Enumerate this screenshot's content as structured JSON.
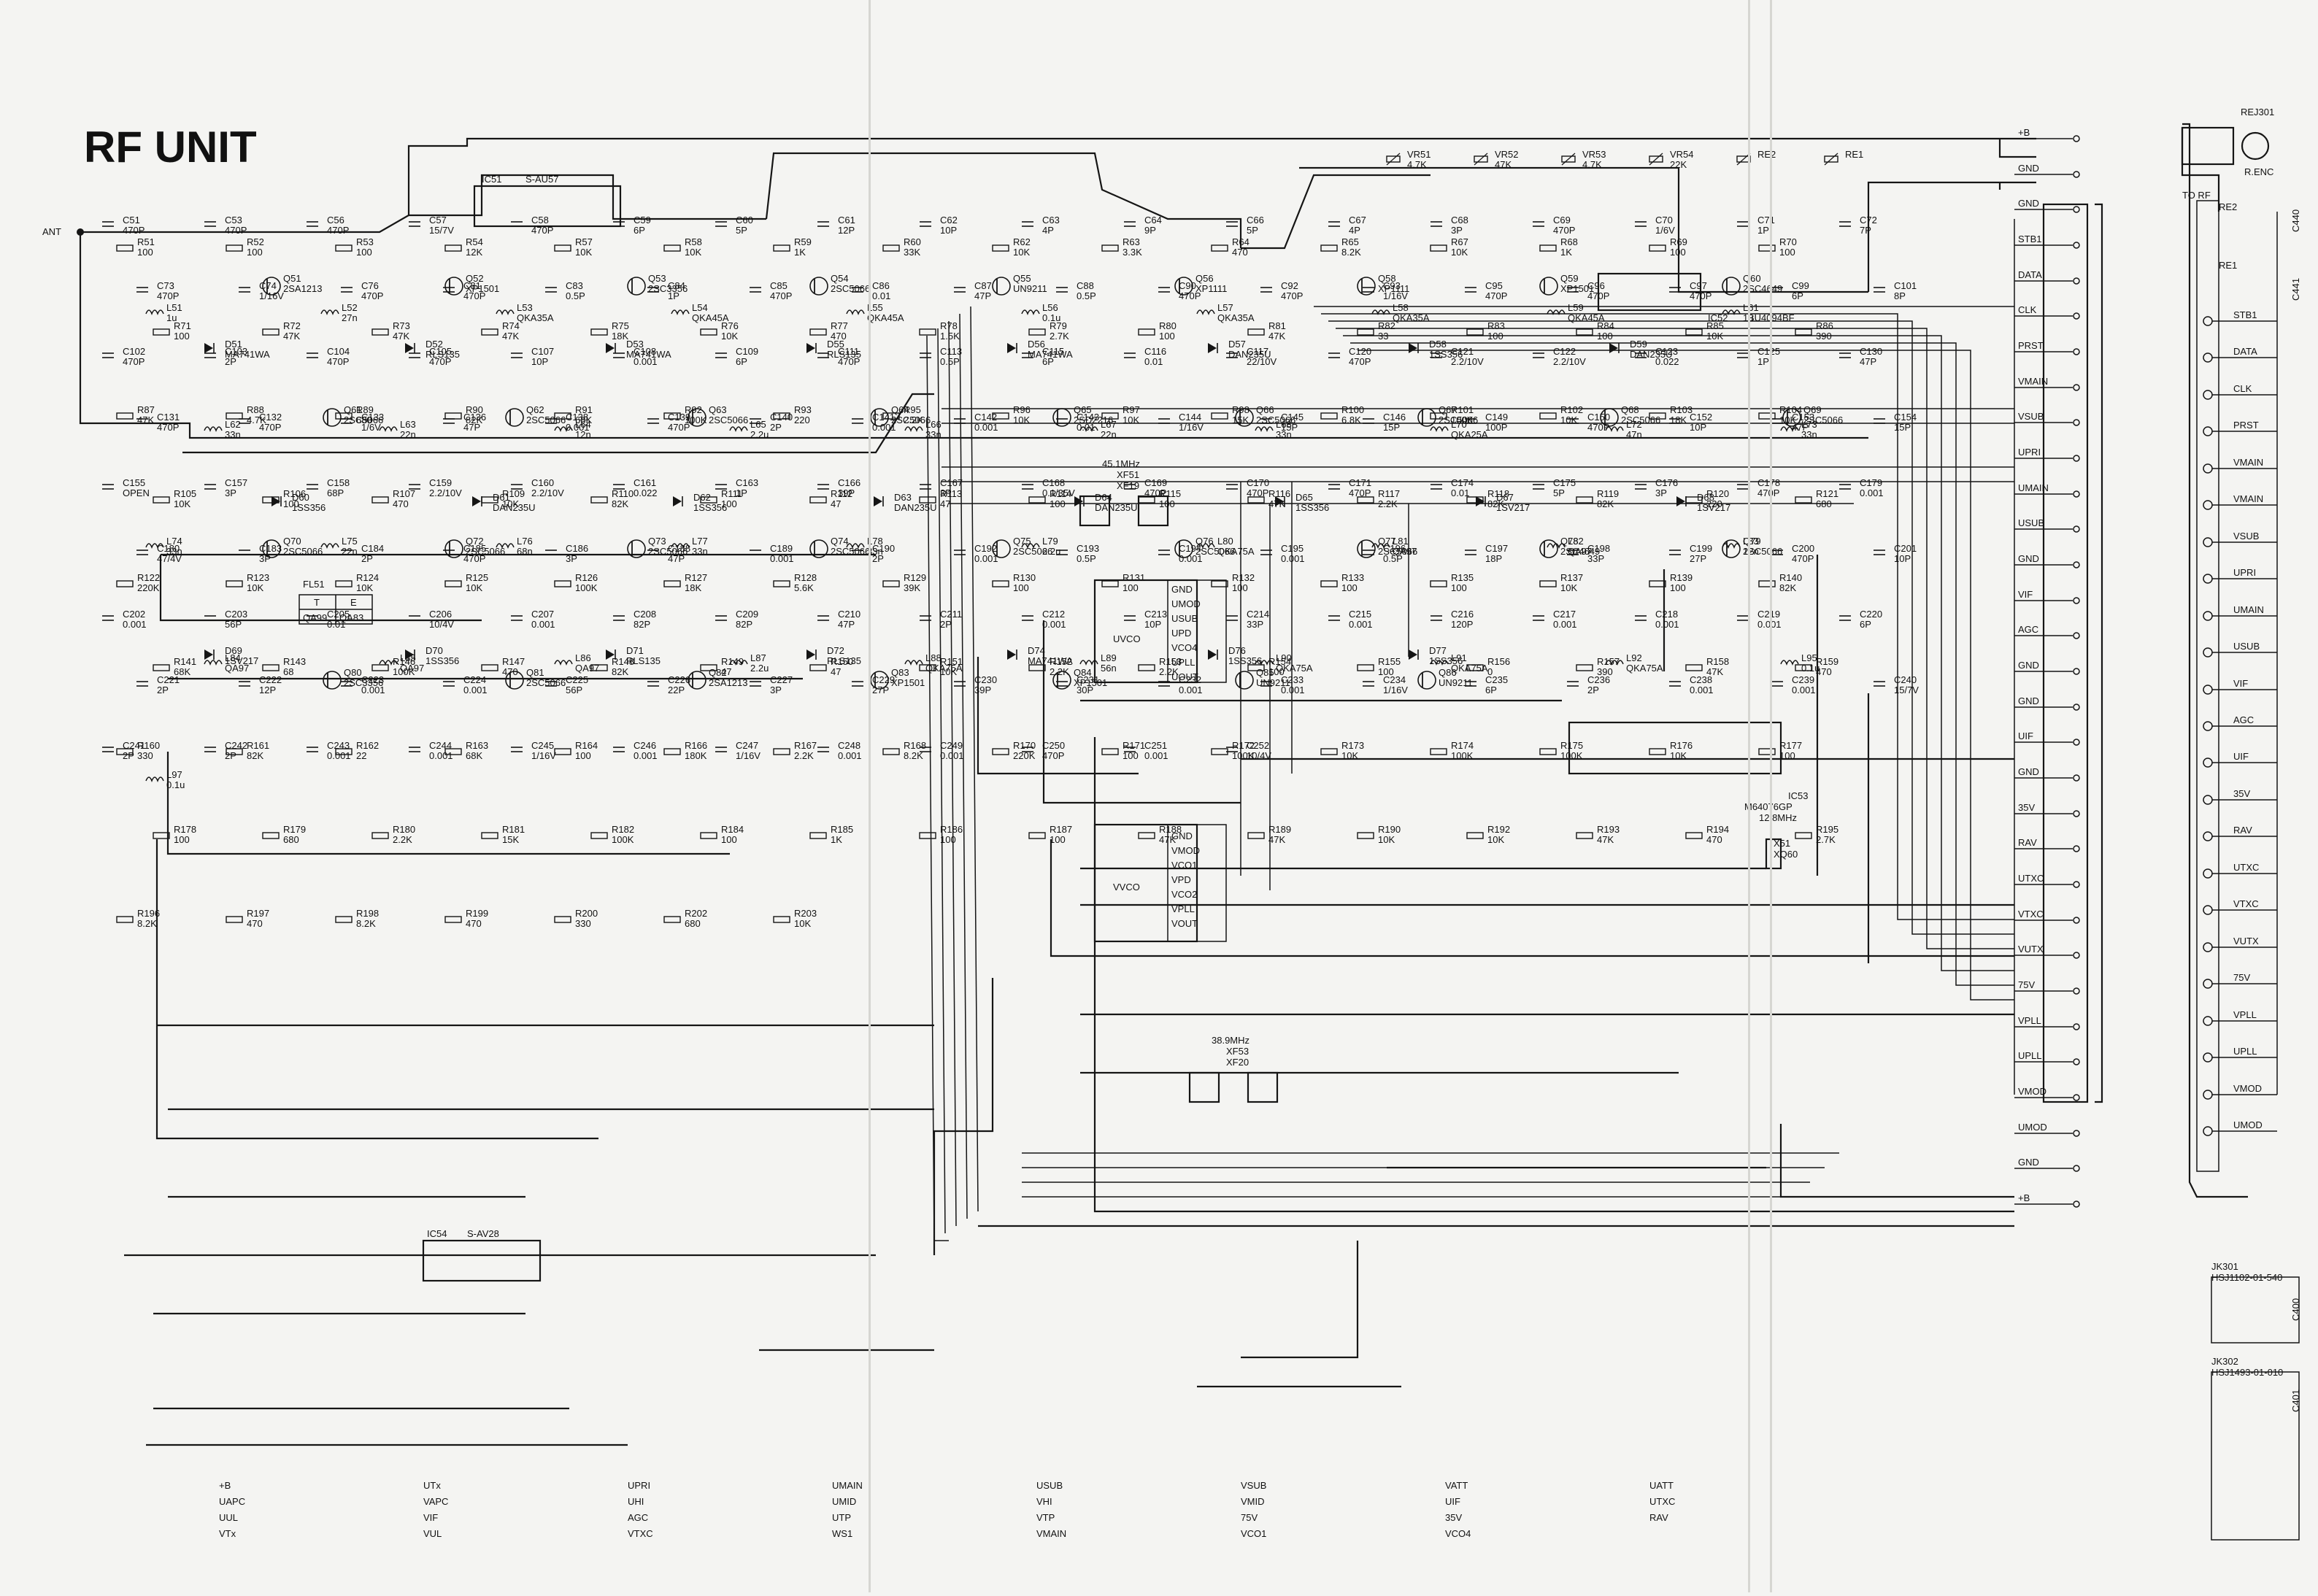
{
  "title": "RF UNIT",
  "antenna_label": "ANT",
  "ics": [
    {
      "ref": "IC51",
      "part": "S-AU57"
    },
    {
      "ref": "IC52",
      "part": "BU4094BF"
    },
    {
      "ref": "IC53",
      "part": "M64076GP"
    },
    {
      "ref": "IC54",
      "part": "S-AV28"
    }
  ],
  "vco_blocks": [
    {
      "name": "UVCO",
      "pins": [
        "GND",
        "UMOD",
        "USUB",
        "UPD",
        "VCO4",
        "UPLL",
        "UOUT"
      ]
    },
    {
      "name": "VVCO",
      "pins": [
        "GND",
        "VMOD",
        "VCO1",
        "VPD",
        "VCO2",
        "VPLL",
        "VOUT"
      ]
    }
  ],
  "crystals": [
    {
      "ref": "XF51",
      "type": "XF19",
      "freq": "45.1MHz"
    },
    {
      "ref": "XF53",
      "type": "XF20",
      "freq": "38.9MHz"
    },
    {
      "ref": "X51",
      "type": "XQ60",
      "freq": "12.8MHz"
    }
  ],
  "filter_table": {
    "ref": "FL51",
    "headers": [
      "T",
      "E"
    ],
    "values": [
      "QA99",
      "QA83"
    ]
  },
  "connector_bus": [
    "+B",
    "GND",
    "GND",
    "STB1",
    "DATA",
    "CLK",
    "PRST",
    "VMAIN",
    "VSUB",
    "UPRI",
    "UMAIN",
    "USUB",
    "GND",
    "VIF",
    "AGC",
    "GND",
    "GND",
    "UIF",
    "GND",
    "35V",
    "RAV",
    "UTXC",
    "VTXC",
    "VUTX",
    "75V",
    "VPLL",
    "UPLL",
    "VMOD",
    "UMOD",
    "GND",
    "+B"
  ],
  "rear_connector": {
    "rel_ref": "REJ301",
    "rel_name": "R.ENC",
    "tag": "TO RF",
    "re2": "RE2",
    "re1": "RE1",
    "cap1": "C440",
    "cap2": "C441",
    "labels": [
      "STB1",
      "DATA",
      "CLK",
      "PRST",
      "VMAIN",
      "VMAIN",
      "VSUB",
      "UPRI",
      "UMAIN",
      "USUB",
      "VIF",
      "AGC",
      "UIF",
      "35V",
      "RAV",
      "UTXC",
      "VTXC",
      "VUTX",
      "75V",
      "VPLL",
      "UPLL",
      "VMOD",
      "UMOD"
    ],
    "jacks": [
      {
        "ref": "JK301",
        "part": "HSJ1102-01-540",
        "cap": "C400"
      },
      {
        "ref": "JK302",
        "part": "HSJ1493-01-010",
        "cap": "C401"
      }
    ]
  },
  "transistors": [
    [
      "Q51",
      "2SA1213"
    ],
    [
      "Q52",
      "XP1501"
    ],
    [
      "Q53",
      "2SC3356"
    ],
    [
      "Q54",
      "2SC5066"
    ],
    [
      "Q55",
      "UN9211"
    ],
    [
      "Q56",
      "XP1111"
    ],
    [
      "Q58",
      "XP1111"
    ],
    [
      "Q59",
      "XP1501"
    ],
    [
      "Q60",
      "2SC4649"
    ],
    [
      "Q61",
      "2SC5066"
    ],
    [
      "Q62",
      "2SC5066"
    ],
    [
      "Q63",
      "2SC5066"
    ],
    [
      "Q64",
      "2SC5066"
    ],
    [
      "Q65",
      "2SD2216"
    ],
    [
      "Q66",
      "2SC5066"
    ],
    [
      "Q67",
      "2SC5066"
    ],
    [
      "Q68",
      "2SC5066"
    ],
    [
      "Q69",
      "2SC5066"
    ],
    [
      "Q70",
      "2SC5066"
    ],
    [
      "Q72",
      "2SC5066"
    ],
    [
      "Q73",
      "2SC5066"
    ],
    [
      "Q74",
      "2SC5066"
    ],
    [
      "Q75",
      "2SC5066"
    ],
    [
      "Q76",
      "2SC5066"
    ],
    [
      "Q77",
      "2SC5066"
    ],
    [
      "Q78",
      "2SC4649"
    ],
    [
      "Q79",
      "2SC5066"
    ],
    [
      "Q80",
      "2SC3356"
    ],
    [
      "Q81",
      "2SC5066"
    ],
    [
      "Q82",
      "2SA1213"
    ],
    [
      "Q83",
      "XP1501"
    ],
    [
      "Q84",
      "XP1501"
    ],
    [
      "Q85",
      "UN9211"
    ],
    [
      "Q86",
      "UN9211"
    ]
  ],
  "diodes": [
    [
      "D51",
      "MA741WA"
    ],
    [
      "D52",
      "RLS135"
    ],
    [
      "D53",
      "MA741WA"
    ],
    [
      "D55",
      "RLS135"
    ],
    [
      "D56",
      "MA741WA"
    ],
    [
      "D57",
      "DAN235U"
    ],
    [
      "D58",
      "1SS356"
    ],
    [
      "D59",
      "DAN235U"
    ],
    [
      "D60",
      "1SS356"
    ],
    [
      "D61",
      "DAN235U"
    ],
    [
      "D62",
      "1SS356"
    ],
    [
      "D63",
      "DAN235U"
    ],
    [
      "D64",
      "DAN235U"
    ],
    [
      "D65",
      "1SS356"
    ],
    [
      "D67",
      "1SV217"
    ],
    [
      "D68",
      "1SV217"
    ],
    [
      "D69",
      "1SV217"
    ],
    [
      "D70",
      "1SS356"
    ],
    [
      "D71",
      "RLS135"
    ],
    [
      "D72",
      "RLS135"
    ],
    [
      "D74",
      "MA741WA"
    ],
    [
      "D76",
      "1SS356"
    ],
    [
      "D77",
      "1SS356"
    ]
  ],
  "resistors": [
    [
      "R51",
      "100"
    ],
    [
      "R52",
      "100"
    ],
    [
      "R53",
      "100"
    ],
    [
      "R54",
      "12K"
    ],
    [
      "R57",
      "10K"
    ],
    [
      "R58",
      "10K"
    ],
    [
      "R59",
      "1K"
    ],
    [
      "R60",
      "33K"
    ],
    [
      "R62",
      "10K"
    ],
    [
      "R63",
      "3.3K"
    ],
    [
      "R64",
      "470"
    ],
    [
      "R65",
      "8.2K"
    ],
    [
      "R67",
      "10K"
    ],
    [
      "R68",
      "1K"
    ],
    [
      "R69",
      "100"
    ],
    [
      "R70",
      "100"
    ],
    [
      "R71",
      "100"
    ],
    [
      "R72",
      "47K"
    ],
    [
      "R73",
      "47K"
    ],
    [
      "R74",
      "47K"
    ],
    [
      "R75",
      "18K"
    ],
    [
      "R76",
      "10K"
    ],
    [
      "R77",
      "470"
    ],
    [
      "R78",
      "1.5K"
    ],
    [
      "R79",
      "2.7K"
    ],
    [
      "R80",
      "100"
    ],
    [
      "R81",
      "47K"
    ],
    [
      "R82",
      "33"
    ],
    [
      "R83",
      "100"
    ],
    [
      "R84",
      "100"
    ],
    [
      "R85",
      "10K"
    ],
    [
      "R86",
      "390"
    ],
    [
      "R87",
      "47K"
    ],
    [
      "R88",
      "4.7K"
    ],
    [
      "R89",
      "680"
    ],
    [
      "R90",
      "82K"
    ],
    [
      "R91",
      "68K"
    ],
    [
      "R92",
      "100K"
    ],
    [
      "R93",
      "220"
    ],
    [
      "R95",
      "2.2K"
    ],
    [
      "R96",
      "10K"
    ],
    [
      "R97",
      "10K"
    ],
    [
      "R98",
      "15K"
    ],
    [
      "R100",
      "6.8K"
    ],
    [
      "R101",
      "100K"
    ],
    [
      "R102",
      "10K"
    ],
    [
      "R103",
      "18K"
    ],
    [
      "R104",
      "10K"
    ],
    [
      "R105",
      "10K"
    ],
    [
      "R106",
      "100"
    ],
    [
      "R107",
      "470"
    ],
    [
      "R109",
      "10K"
    ],
    [
      "R110",
      "82K"
    ],
    [
      "R111",
      "100"
    ],
    [
      "R112",
      "47"
    ],
    [
      "R113",
      "47"
    ],
    [
      "R114",
      "100"
    ],
    [
      "R115",
      "100"
    ],
    [
      "R116",
      "47K"
    ],
    [
      "R117",
      "2.2K"
    ],
    [
      "R118",
      "82K"
    ],
    [
      "R119",
      "82K"
    ],
    [
      "R120",
      "220"
    ],
    [
      "R121",
      "680"
    ],
    [
      "R122",
      "220K"
    ],
    [
      "R123",
      "10K"
    ],
    [
      "R124",
      "10K"
    ],
    [
      "R125",
      "10K"
    ],
    [
      "R126",
      "100K"
    ],
    [
      "R127",
      "18K"
    ],
    [
      "R128",
      "5.6K"
    ],
    [
      "R129",
      "39K"
    ],
    [
      "R130",
      "100"
    ],
    [
      "R131",
      "100"
    ],
    [
      "R132",
      "100"
    ],
    [
      "R133",
      "100"
    ],
    [
      "R135",
      "100"
    ],
    [
      "R137",
      "10K"
    ],
    [
      "R139",
      "100"
    ],
    [
      "R140",
      "82K"
    ],
    [
      "R141",
      "68K"
    ],
    [
      "R143",
      "68"
    ],
    [
      "R146",
      "100K"
    ],
    [
      "R147",
      "470"
    ],
    [
      "R148",
      "82K"
    ],
    [
      "R149",
      "47"
    ],
    [
      "R150",
      "47"
    ],
    [
      "R151",
      "10K"
    ],
    [
      "R152",
      "2.2K"
    ],
    [
      "R153",
      "2.2K"
    ],
    [
      "R154",
      "100"
    ],
    [
      "R155",
      "100"
    ],
    [
      "R156",
      "0"
    ],
    [
      "R157",
      "390"
    ],
    [
      "R158",
      "47K"
    ],
    [
      "R159",
      "470"
    ],
    [
      "R160",
      "330"
    ],
    [
      "R161",
      "82K"
    ],
    [
      "R162",
      "22"
    ],
    [
      "R163",
      "68K"
    ],
    [
      "R164",
      "100"
    ],
    [
      "R166",
      "180K"
    ],
    [
      "R167",
      "2.2K"
    ],
    [
      "R168",
      "8.2K"
    ],
    [
      "R170",
      "220K"
    ],
    [
      "R171",
      "100"
    ],
    [
      "R172",
      "100K"
    ],
    [
      "R173",
      "10K"
    ],
    [
      "R174",
      "100K"
    ],
    [
      "R175",
      "100K"
    ],
    [
      "R176",
      "10K"
    ],
    [
      "R177",
      "100"
    ],
    [
      "R178",
      "100"
    ],
    [
      "R179",
      "680"
    ],
    [
      "R180",
      "2.2K"
    ],
    [
      "R181",
      "15K"
    ],
    [
      "R182",
      "100K"
    ],
    [
      "R184",
      "100"
    ],
    [
      "R185",
      "1K"
    ],
    [
      "R186",
      "100"
    ],
    [
      "R187",
      "100"
    ],
    [
      "R188",
      "47K"
    ],
    [
      "R189",
      "47K"
    ],
    [
      "R190",
      "10K"
    ],
    [
      "R192",
      "10K"
    ],
    [
      "R193",
      "47K"
    ],
    [
      "R194",
      "470"
    ],
    [
      "R195",
      "2.7K"
    ],
    [
      "R196",
      "8.2K"
    ],
    [
      "R197",
      "470"
    ],
    [
      "R198",
      "8.2K"
    ],
    [
      "R199",
      "470"
    ],
    [
      "R200",
      "330"
    ],
    [
      "R202",
      "680"
    ],
    [
      "R203",
      "10K"
    ]
  ],
  "capacitors": [
    [
      "C51",
      "470P"
    ],
    [
      "C53",
      "470P"
    ],
    [
      "C56",
      "470P"
    ],
    [
      "C57",
      "15/7V"
    ],
    [
      "C58",
      "470P"
    ],
    [
      "C59",
      "6P"
    ],
    [
      "C60",
      "5P"
    ],
    [
      "C61",
      "12P"
    ],
    [
      "C62",
      "10P"
    ],
    [
      "C63",
      "4P"
    ],
    [
      "C64",
      "9P"
    ],
    [
      "C66",
      "5P"
    ],
    [
      "C67",
      "4P"
    ],
    [
      "C68",
      "3P"
    ],
    [
      "C69",
      "470P"
    ],
    [
      "C70",
      "1/6V"
    ],
    [
      "C71",
      "1P"
    ],
    [
      "C72",
      "7P"
    ],
    [
      "C73",
      "470P"
    ],
    [
      "C74",
      "1/16V"
    ],
    [
      "C76",
      "470P"
    ],
    [
      "C81",
      "470P"
    ],
    [
      "C83",
      "0.5P"
    ],
    [
      "C84",
      "1P"
    ],
    [
      "C85",
      "470P"
    ],
    [
      "C86",
      "0.01"
    ],
    [
      "C87",
      "47P"
    ],
    [
      "C88",
      "0.5P"
    ],
    [
      "C90",
      "470P"
    ],
    [
      "C92",
      "470P"
    ],
    [
      "C93",
      "1/16V"
    ],
    [
      "C95",
      "470P"
    ],
    [
      "C96",
      "470P"
    ],
    [
      "C97",
      "470P"
    ],
    [
      "C99",
      "6P"
    ],
    [
      "C101",
      "8P"
    ],
    [
      "C102",
      "470P"
    ],
    [
      "C103",
      "2P"
    ],
    [
      "C104",
      "470P"
    ],
    [
      "C105",
      "470P"
    ],
    [
      "C107",
      "10P"
    ],
    [
      "C108",
      "0.001"
    ],
    [
      "C109",
      "6P"
    ],
    [
      "C111",
      "470P"
    ],
    [
      "C113",
      "0.5P"
    ],
    [
      "C115",
      "6P"
    ],
    [
      "C116",
      "0.01"
    ],
    [
      "C117",
      "22/10V"
    ],
    [
      "C120",
      "470P"
    ],
    [
      "C121",
      "2.2/10V"
    ],
    [
      "C122",
      "2.2/10V"
    ],
    [
      "C123",
      "0.022"
    ],
    [
      "C125",
      "1P"
    ],
    [
      "C130",
      "47P"
    ],
    [
      "C131",
      "470P"
    ],
    [
      "C132",
      "470P"
    ],
    [
      "C133",
      "1/6V"
    ],
    [
      "C136",
      "47P"
    ],
    [
      "C138",
      "0.001"
    ],
    [
      "C139",
      "470P"
    ],
    [
      "C140",
      "2P"
    ],
    [
      "C141",
      "0.001"
    ],
    [
      "C142",
      "0.001"
    ],
    [
      "C143",
      "0.01"
    ],
    [
      "C144",
      "1/16V"
    ],
    [
      "C145",
      "15P"
    ],
    [
      "C146",
      "15P"
    ],
    [
      "C149",
      "100P"
    ],
    [
      "C150",
      "470P"
    ],
    [
      "C152",
      "10P"
    ],
    [
      "C153",
      "47P"
    ],
    [
      "C154",
      "15P"
    ],
    [
      "C155",
      "OPEN"
    ],
    [
      "C157",
      "3P"
    ],
    [
      "C158",
      "68P"
    ],
    [
      "C159",
      "2.2/10V"
    ],
    [
      "C160",
      "2.2/10V"
    ],
    [
      "C161",
      "0.022"
    ],
    [
      "C163",
      "1P"
    ],
    [
      "C166",
      "39P"
    ],
    [
      "C167",
      "3P"
    ],
    [
      "C168",
      "0.1/35V"
    ],
    [
      "C169",
      "470P"
    ],
    [
      "C170",
      "470P"
    ],
    [
      "C171",
      "470P"
    ],
    [
      "C174",
      "0.01"
    ],
    [
      "C175",
      "5P"
    ],
    [
      "C176",
      "3P"
    ],
    [
      "C178",
      "470P"
    ],
    [
      "C179",
      "0.001"
    ],
    [
      "C180",
      "47/4V"
    ],
    [
      "C183",
      "3P"
    ],
    [
      "C184",
      "2P"
    ],
    [
      "C185",
      "470P"
    ],
    [
      "C186",
      "3P"
    ],
    [
      "C188",
      "47P"
    ],
    [
      "C189",
      "0.001"
    ],
    [
      "C190",
      "2P"
    ],
    [
      "C192",
      "0.001"
    ],
    [
      "C193",
      "0.5P"
    ],
    [
      "C194",
      "0.001"
    ],
    [
      "C195",
      "0.001"
    ],
    [
      "C196",
      "0.5P"
    ],
    [
      "C197",
      "18P"
    ],
    [
      "C198",
      "33P"
    ],
    [
      "C199",
      "27P"
    ],
    [
      "C200",
      "470P"
    ],
    [
      "C201",
      "10P"
    ],
    [
      "C202",
      "0.001"
    ],
    [
      "C203",
      "56P"
    ],
    [
      "C205",
      "0.01"
    ],
    [
      "C206",
      "10/4V"
    ],
    [
      "C207",
      "0.001"
    ],
    [
      "C208",
      "82P"
    ],
    [
      "C209",
      "82P"
    ],
    [
      "C210",
      "47P"
    ],
    [
      "C211",
      "2P"
    ],
    [
      "C212",
      "0.001"
    ],
    [
      "C213",
      "10P"
    ],
    [
      "C214",
      "33P"
    ],
    [
      "C215",
      "0.001"
    ],
    [
      "C216",
      "120P"
    ],
    [
      "C217",
      "0.001"
    ],
    [
      "C218",
      "0.001"
    ],
    [
      "C219",
      "0.001"
    ],
    [
      "C220",
      "6P"
    ],
    [
      "C221",
      "2P"
    ],
    [
      "C222",
      "12P"
    ],
    [
      "C223",
      "0.001"
    ],
    [
      "C224",
      "0.001"
    ],
    [
      "C225",
      "56P"
    ],
    [
      "C226",
      "22P"
    ],
    [
      "C227",
      "3P"
    ],
    [
      "C229",
      "27P"
    ],
    [
      "C230",
      "39P"
    ],
    [
      "C231",
      "30P"
    ],
    [
      "C232",
      "0.001"
    ],
    [
      "C233",
      "0.001"
    ],
    [
      "C234",
      "1/16V"
    ],
    [
      "C235",
      "6P"
    ],
    [
      "C236",
      "2P"
    ],
    [
      "C238",
      "0.001"
    ],
    [
      "C239",
      "0.001"
    ],
    [
      "C240",
      "15/7V"
    ],
    [
      "C241",
      "2P"
    ],
    [
      "C242",
      "2P"
    ],
    [
      "C243",
      "0.001"
    ],
    [
      "C244",
      "0.001"
    ],
    [
      "C245",
      "1/16V"
    ],
    [
      "C246",
      "0.001"
    ],
    [
      "C247",
      "1/16V"
    ],
    [
      "C248",
      "0.001"
    ],
    [
      "C249",
      "0.001"
    ],
    [
      "C250",
      "470P"
    ],
    [
      "C251",
      "0.001"
    ],
    [
      "C252",
      "10/4V"
    ]
  ],
  "inductors": [
    [
      "L51",
      "1u"
    ],
    [
      "L52",
      "27n"
    ],
    [
      "L53",
      "QKA35A"
    ],
    [
      "L54",
      "QKA45A"
    ],
    [
      "L55",
      "QKA45A"
    ],
    [
      "L56",
      "0.1u"
    ],
    [
      "L57",
      "QKA35A"
    ],
    [
      "L58",
      "QKA35A"
    ],
    [
      "L59",
      "QKA45A"
    ],
    [
      "L61",
      "1u"
    ],
    [
      "L62",
      "33n"
    ],
    [
      "L63",
      "22n"
    ],
    [
      "L64",
      "12n"
    ],
    [
      "L65",
      "2.2u"
    ],
    [
      "L66",
      "33n"
    ],
    [
      "L67",
      "22n"
    ],
    [
      "L68",
      "33n"
    ],
    [
      "L70",
      "QKA25A"
    ],
    [
      "L72",
      "47n"
    ],
    [
      "L73",
      "33n"
    ],
    [
      "L74",
      "33n"
    ],
    [
      "L75",
      "22n"
    ],
    [
      "L76",
      "68n"
    ],
    [
      "L77",
      "33n"
    ],
    [
      "L78",
      "33n"
    ],
    [
      "L79",
      "2.2u"
    ],
    [
      "L80",
      "QKA75A"
    ],
    [
      "L81",
      "QA97"
    ],
    [
      "L82",
      "QA97"
    ],
    [
      "L83",
      "12n"
    ],
    [
      "L84",
      "QA97"
    ],
    [
      "L85",
      "QA97"
    ],
    [
      "L86",
      "QA97"
    ],
    [
      "L87",
      "2.2u"
    ],
    [
      "L88",
      "QKA75A"
    ],
    [
      "L89",
      "56n"
    ],
    [
      "L90",
      "QKA75A"
    ],
    [
      "L91",
      "QKA75A"
    ],
    [
      "L92",
      "QKA75A"
    ],
    [
      "L95",
      "0.1u"
    ],
    [
      "L97",
      "0.1u"
    ]
  ],
  "trimmers": [
    [
      "VR51",
      "4.7K"
    ],
    [
      "VR52",
      "47K"
    ],
    [
      "VR53",
      "4.7K"
    ],
    [
      "VR54",
      "22K"
    ],
    [
      "RE2",
      ""
    ],
    [
      "RE1",
      ""
    ]
  ],
  "net_labels": [
    "+B",
    "UTx",
    "UPRI",
    "UMAIN",
    "USUB",
    "VSUB",
    "VATT",
    "UATT",
    "UAPC",
    "VAPC",
    "UHI",
    "UMID",
    "VHI",
    "VMID",
    "UIF",
    "UTXC",
    "UUL",
    "VIF",
    "AGC",
    "UTP",
    "VTP",
    "75V",
    "35V",
    "RAV",
    "VTx",
    "VUL",
    "VTXC",
    "WS1",
    "VMAIN",
    "VCO1",
    "VCO4"
  ]
}
